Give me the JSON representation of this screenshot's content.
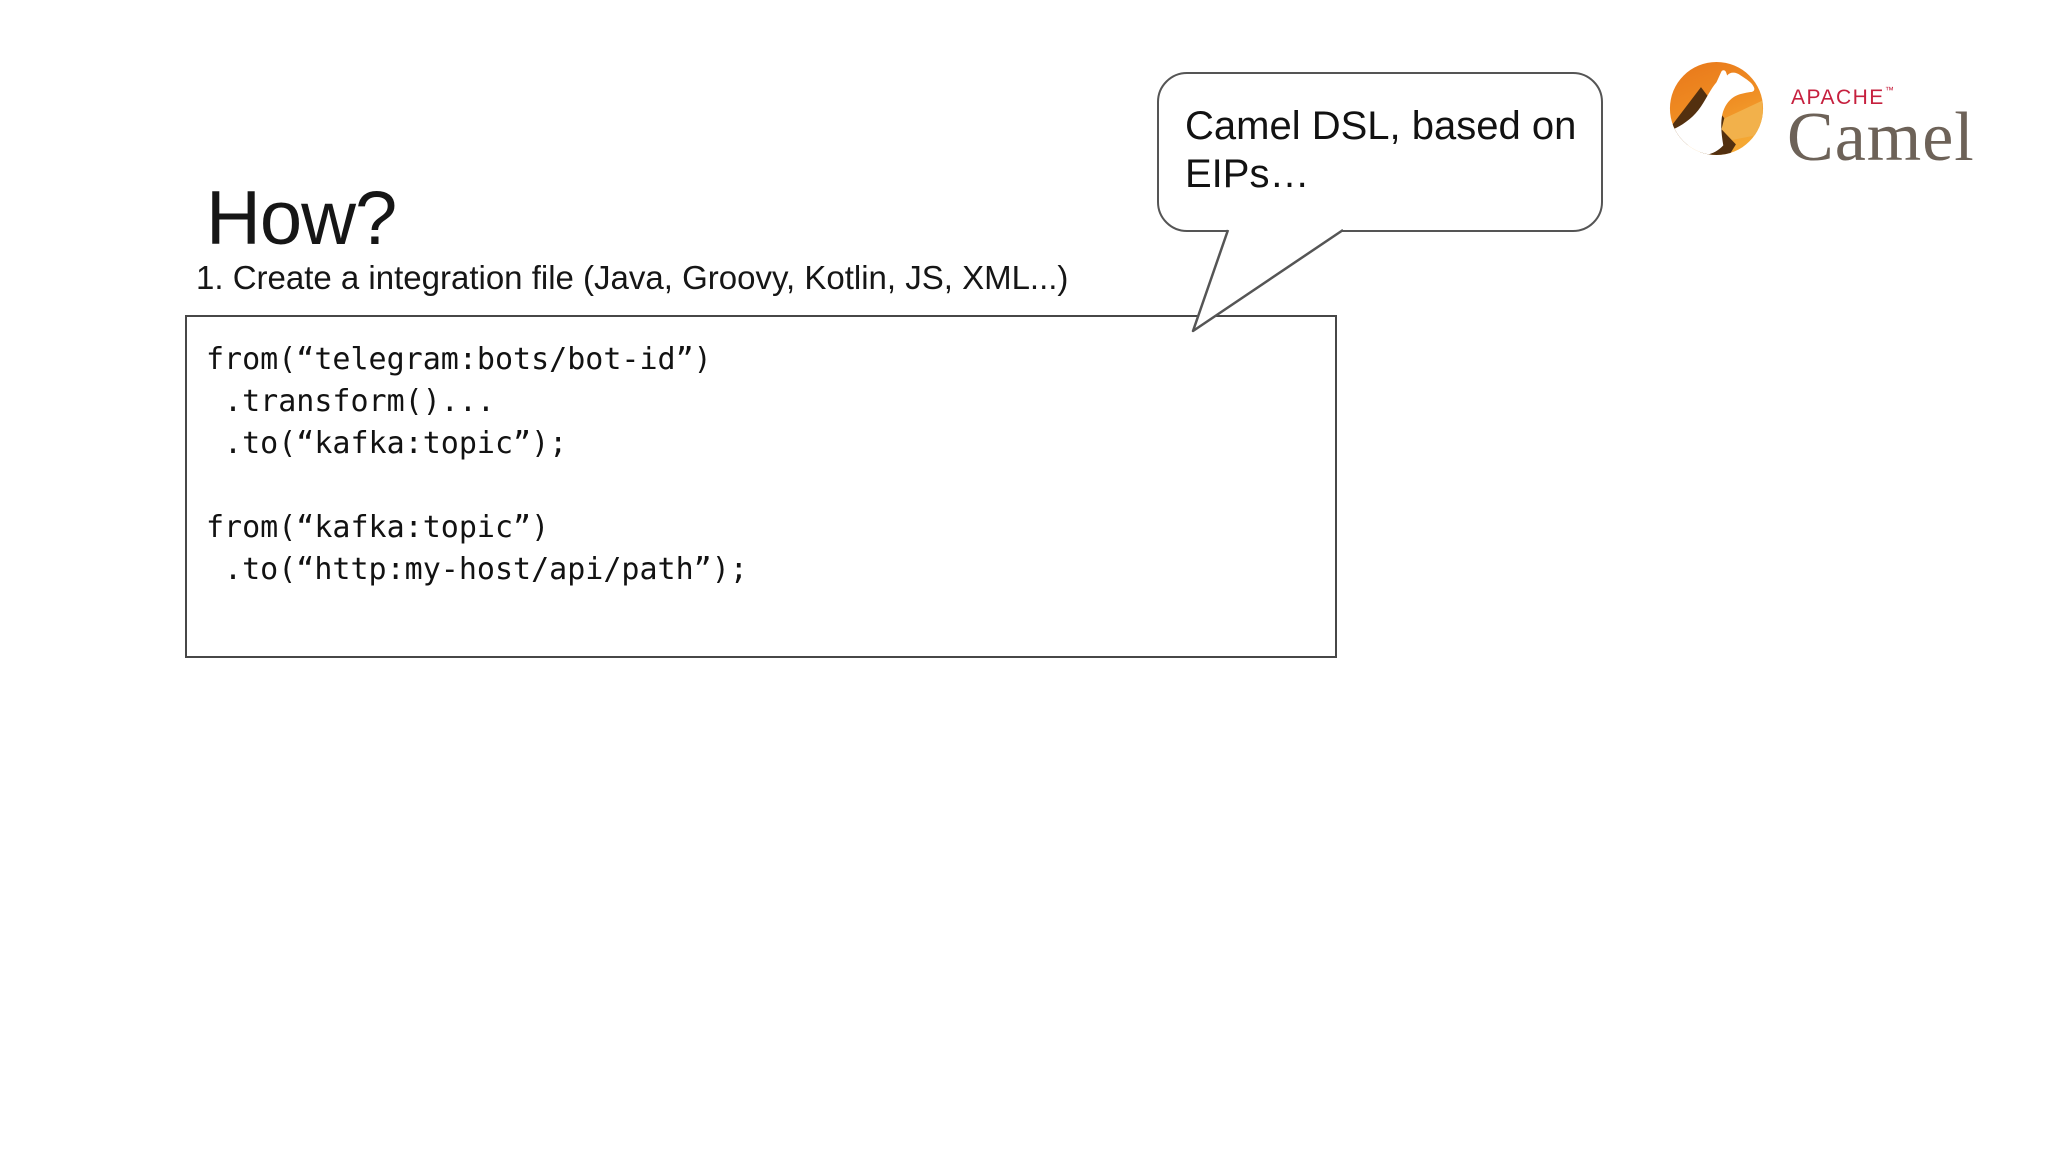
{
  "slide": {
    "title": "How?",
    "steps": [
      "1. Create a integration file (Java, Groovy, Kotlin, JS, XML...)"
    ],
    "code": {
      "lines": [
        "from(“telegram:bots/bot-id”)",
        " .transform()...",
        " .to(“kafka:topic”);",
        "",
        "from(“kafka:topic”)",
        " .to(“http:my-host/api/path”);"
      ]
    },
    "callout": {
      "line1": "Camel DSL, based on",
      "line2": "EIPs…"
    },
    "logo": {
      "apache": "APACHE",
      "trademark": "™",
      "camel": "Camel",
      "colors": {
        "apache_red": "#c6203e",
        "camel_gray": "#6d6258",
        "orange_main": "#e8761a",
        "orange_light": "#f5a833",
        "sand": "#f2b14b",
        "dark_brown": "#53300f",
        "camel_white": "#ffffff"
      }
    },
    "colors": {
      "ink": "#161616",
      "line_gray": "#555555",
      "box_border": "#474747",
      "background": "#ffffff"
    }
  }
}
